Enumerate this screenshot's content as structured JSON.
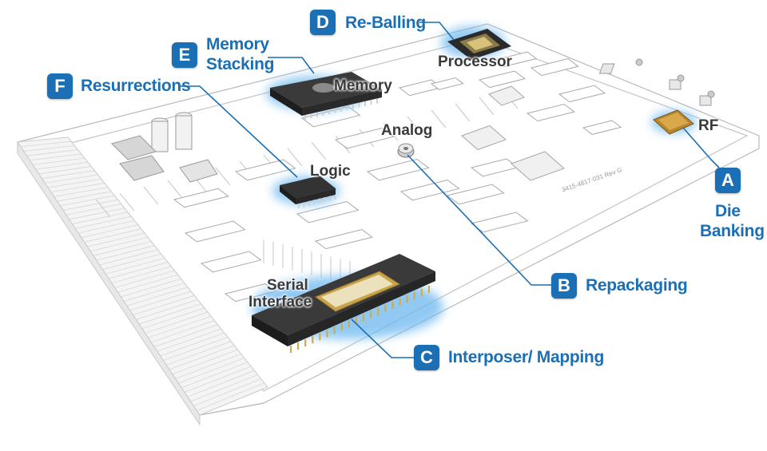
{
  "callouts": {
    "A": {
      "letter": "A",
      "label_line1": "Die",
      "label_line2": "Banking"
    },
    "B": {
      "letter": "B",
      "label": "Repackaging"
    },
    "C": {
      "letter": "C",
      "label": "Interposer/ Mapping"
    },
    "D": {
      "letter": "D",
      "label": "Re-Balling"
    },
    "E": {
      "letter": "E",
      "label_line1": "Memory",
      "label_line2": "Stacking"
    },
    "F": {
      "letter": "F",
      "label": "Resurrections"
    }
  },
  "chips": {
    "processor": "Processor",
    "memory": "Memory",
    "analog": "Analog",
    "rf": "RF",
    "logic": "Logic",
    "serial_line1": "Serial",
    "serial_line2": "Interface"
  },
  "board_markings": {
    "part_number": "3415-4817-031 Rev G"
  },
  "colors": {
    "accent": "#1a6fb5",
    "glow": "#6db8f0",
    "board_line": "#b7b7b7",
    "chip_dark": "#2b2b2b",
    "gold": "#c8a24a"
  }
}
